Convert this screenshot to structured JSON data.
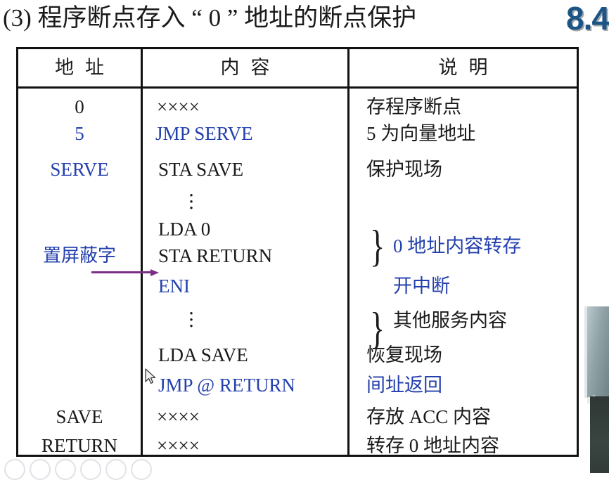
{
  "slide": {
    "title": "(3) 程序断点存入 “ 0 ” 地址的断点保护",
    "section_number": "8.4",
    "accent_blue": "#2440ad",
    "title_number_color": "#1b5486",
    "arrow_color": "#7b2e86"
  },
  "table": {
    "headers": {
      "address": {
        "a": "地",
        "b": "址"
      },
      "content": {
        "a": "内",
        "b": "容"
      },
      "note": {
        "a": "说",
        "b": "明"
      }
    },
    "rows": [
      {
        "address": "0",
        "address_color": "black",
        "content": "××××",
        "content_color": "black",
        "note": "存程序断点",
        "note_color": "black"
      },
      {
        "address": "5",
        "address_color": "blue",
        "content": "JMP  SERVE",
        "content_color": "blue",
        "note": "5 为向量地址",
        "note_color": "black"
      },
      {
        "address": "SERVE",
        "address_color": "blue",
        "content": "STA  SAVE",
        "content_color": "black",
        "note": "保护现场",
        "note_color": "black"
      },
      {
        "address": "",
        "address_color": "black",
        "content": "⋮",
        "content_color": "black",
        "note": "",
        "note_color": "black"
      },
      {
        "address": "",
        "address_color": "black",
        "content": "LDA  0",
        "content_color": "black",
        "note": "0 地址内容转存",
        "note_color": "blue"
      },
      {
        "address": "置屏蔽字",
        "address_color": "blue",
        "content": "STA  RETURN",
        "content_color": "black",
        "note": "",
        "note_color": "black"
      },
      {
        "address": "",
        "address_color": "black",
        "content": "ENI",
        "content_color": "blue",
        "note": "开中断",
        "note_color": "blue"
      },
      {
        "address": "",
        "address_color": "black",
        "content": "⋮",
        "content_color": "black",
        "note": "其他服务内容",
        "note_color": "black"
      },
      {
        "address": "",
        "address_color": "black",
        "content": "LDA  SAVE",
        "content_color": "black",
        "note": "恢复现场",
        "note_color": "black"
      },
      {
        "address": "",
        "address_color": "black",
        "content": "JMP  @  RETURN",
        "content_color": "blue",
        "note": "间址返回",
        "note_color": "blue"
      },
      {
        "address": "SAVE",
        "address_color": "black",
        "content": "××××",
        "content_color": "black",
        "note": "存放 ACC 内容",
        "note_color": "black"
      },
      {
        "address": "RETURN",
        "address_color": "black",
        "content": "××××",
        "content_color": "black",
        "note": "转存 0 地址内容",
        "note_color": "black"
      }
    ],
    "braces": [
      {
        "label": "brace-transfer",
        "glyph": "}"
      },
      {
        "label": "brace-service",
        "glyph": "}"
      }
    ]
  },
  "annotations": {
    "mask_arrow_label": "置屏蔽字",
    "cursor": "mouse-pointer"
  }
}
